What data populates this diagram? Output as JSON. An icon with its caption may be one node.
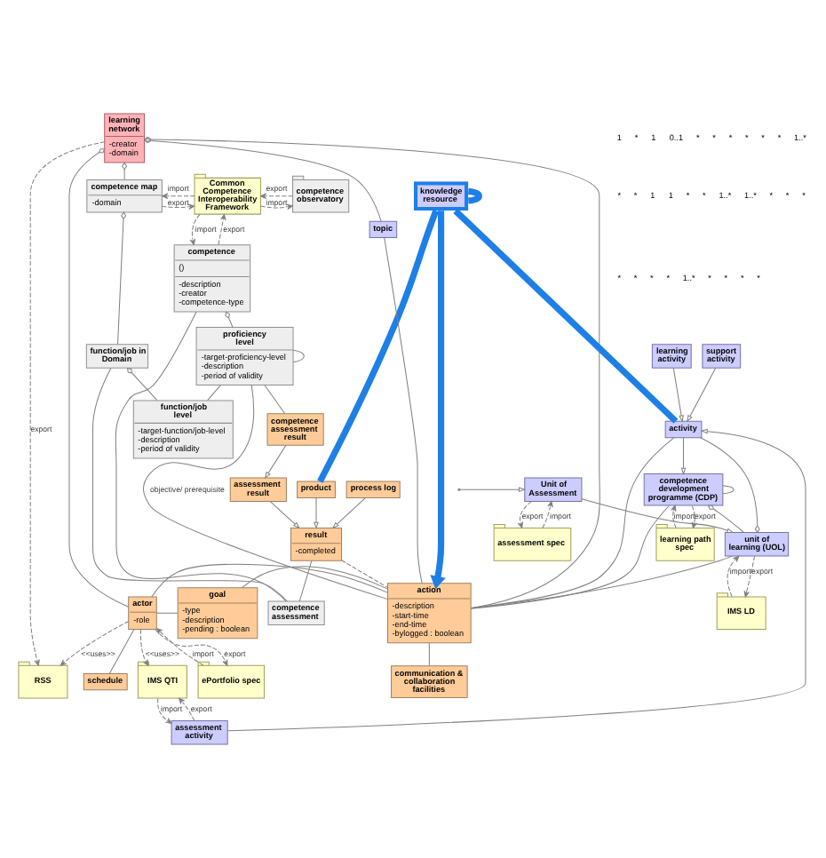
{
  "diagram": {
    "nodes": [
      {
        "text": [
          "learning network",
          "-creator -domain"
        ]
      },
      {
        "text": [
          "knowledge resource"
        ]
      },
      {
        "text": [
          "competence observatory"
        ]
      },
      {
        "text": [
          "Common Competence Interoperability Framework"
        ]
      },
      {
        "text": [
          "competence map",
          "-domain"
        ]
      },
      {
        "text": [
          "IMS QTI"
        ]
      },
      {
        "text": [
          "activity"
        ]
      },
      {
        "text": [
          "topic"
        ]
      },
      {
        "text": [
          "assessment activity"
        ]
      },
      {
        "text": [
          "learning activity"
        ]
      },
      {
        "text": [
          "support activity"
        ]
      },
      {
        "text": [
          "competence",
          "()",
          "-description -creator -competence-type"
        ]
      },
      {
        "text": [
          "function/job in Domain"
        ]
      },
      {
        "text": [
          "unit of learning (UOL)"
        ]
      },
      {
        "text": [
          "IMS LD"
        ]
      },
      {
        "text": [
          "proficiency level",
          "-target-proficiency-level -description -period of validity"
        ]
      },
      {
        "text": [
          "function/job level",
          "-target-function/job-level -description -period of validity"
        ]
      },
      {
        "text": [
          "Unit of Assessment"
        ]
      },
      {
        "text": [
          "competence development programme (CDP)"
        ]
      },
      {
        "text": [
          "learning path spec"
        ]
      },
      {
        "text": [
          "assessment spec"
        ]
      },
      {
        "text": [
          "RSS"
        ]
      },
      {
        "text": [
          "actor",
          "-role"
        ]
      },
      {
        "text": [
          "goal",
          "-type -description -pending : boolean"
        ]
      },
      {
        "text": [
          "action",
          "-description -start-time -end-time -bylogged : boolean"
        ]
      },
      {
        "text": [
          "ePortfolio spec"
        ]
      },
      {
        "text": [
          "communication & collaboration facilities"
        ]
      },
      {
        "text": [
          "result",
          "-completed"
        ]
      },
      {
        "text": [
          "competence assessment"
        ]
      },
      {
        "text": [
          "schedule"
        ]
      },
      {
        "text": [
          "product"
        ]
      },
      {
        "text": [
          "process log"
        ]
      },
      {
        "text": [
          "assessment result"
        ]
      },
      {
        "text": [
          "competence assessment result"
        ]
      }
    ],
    "edges": [
      {
        "from": 0,
        "to": 22,
        "arrow": "other"
      },
      {
        "from": 0,
        "to": 21,
        "arrow": "to",
        "style": "dashed",
        "label": "export"
      },
      {
        "from": 0,
        "to": 24,
        "arrow": "other"
      },
      {
        "from": 0,
        "to": 7,
        "arrow": "other"
      },
      {
        "from": 0,
        "to": 4,
        "arrow": "other"
      },
      {
        "from": 1,
        "to": 1,
        "arrow": "none",
        "style": "thick",
        "color": "#1e7fe6"
      },
      {
        "from": 1,
        "to": 6,
        "arrow": "none",
        "style": "thick",
        "color": "#1e7fe6"
      },
      {
        "from": 1,
        "to": 30,
        "arrow": "none",
        "style": "thick",
        "color": "#1e7fe6"
      },
      {
        "from": 1,
        "to": 24,
        "arrow": "to",
        "style": "thick",
        "color": "#1e7fe6"
      },
      {
        "from": 2,
        "to": 3,
        "arrow": "to",
        "style": "dashed",
        "label": "export"
      },
      {
        "from": 3,
        "to": 2,
        "arrow": "to",
        "style": "dashed",
        "label": "import"
      },
      {
        "from": 3,
        "to": 4,
        "arrow": "to",
        "style": "dashed",
        "label": "import"
      },
      {
        "from": 4,
        "to": 3,
        "arrow": "to",
        "style": "dashed",
        "label": "export"
      },
      {
        "from": 3,
        "to": 11,
        "arrow": "to",
        "style": "dashed",
        "label": "import"
      },
      {
        "from": 11,
        "to": 3,
        "arrow": "to",
        "style": "dashed",
        "label": "export"
      },
      {
        "from": 8,
        "to": 5,
        "arrow": "to",
        "style": "dashed",
        "label": "export"
      },
      {
        "from": 5,
        "to": 8,
        "arrow": "to",
        "style": "dashed",
        "label": "import"
      },
      {
        "from": 8,
        "to": 6,
        "arrow": "to"
      },
      {
        "from": 9,
        "to": 6,
        "arrow": "to"
      },
      {
        "from": 10,
        "to": 6,
        "arrow": "to"
      },
      {
        "from": 13,
        "to": 6,
        "arrow": "other"
      },
      {
        "from": 6,
        "to": 24,
        "arrow": "none"
      },
      {
        "from": 6,
        "to": 18,
        "arrow": "to"
      },
      {
        "from": 7,
        "to": 24,
        "arrow": "none"
      },
      {
        "from": 4,
        "to": 12,
        "arrow": "other"
      },
      {
        "from": 11,
        "to": 15,
        "arrow": "other"
      },
      {
        "from": 12,
        "to": 16,
        "arrow": "other"
      },
      {
        "from": 15,
        "to": 15,
        "arrow": "none"
      },
      {
        "from": 15,
        "to": 16,
        "arrow": "none"
      },
      {
        "from": 15,
        "to": 24,
        "arrow": "none",
        "label": "objective/ prerequisite"
      },
      {
        "from": 11,
        "to": 28,
        "arrow": "none"
      },
      {
        "from": 12,
        "to": 28,
        "arrow": "none"
      },
      {
        "from": 15,
        "to": 33,
        "arrow": "none"
      },
      {
        "from": 14,
        "to": 13,
        "arrow": "to",
        "style": "dashed",
        "label": "import"
      },
      {
        "from": 13,
        "to": 14,
        "arrow": "to",
        "style": "dashed",
        "label": "export"
      },
      {
        "from": 13,
        "to": 24,
        "arrow": "none"
      },
      {
        "from": 18,
        "to": 13,
        "arrow": "other"
      },
      {
        "from": null,
        "to": 17,
        "arrow": "to"
      },
      {
        "from": 17,
        "to": 13,
        "arrow": "to"
      },
      {
        "from": 20,
        "to": 17,
        "arrow": "to",
        "style": "dashed",
        "label": "import"
      },
      {
        "from": 17,
        "to": 20,
        "arrow": "to",
        "style": "dashed",
        "label": "export"
      },
      {
        "from": 19,
        "to": 18,
        "arrow": "to",
        "style": "dashed",
        "label": "import"
      },
      {
        "from": 18,
        "to": 19,
        "arrow": "to",
        "style": "dashed",
        "label": "export"
      },
      {
        "from": 18,
        "to": 18,
        "arrow": "none"
      },
      {
        "from": 18,
        "to": 24,
        "arrow": "none"
      },
      {
        "from": 22,
        "to": 5,
        "arrow": "to",
        "style": "dashed",
        "label": "<<uses>>"
      },
      {
        "from": 22,
        "to": 21,
        "arrow": "to",
        "style": "dashed",
        "label": "<<uses>>"
      },
      {
        "from": 22,
        "to": 23,
        "arrow": "none"
      },
      {
        "from": 23,
        "to": 24,
        "arrow": "none"
      },
      {
        "from": 22,
        "to": 25,
        "arrow": "to",
        "style": "dashed",
        "label": "export"
      },
      {
        "from": 25,
        "to": 22,
        "arrow": "to",
        "style": "dashed",
        "label": "import"
      },
      {
        "from": 22,
        "to": 29,
        "arrow": "none"
      },
      {
        "from": 24,
        "to": 26,
        "arrow": "none"
      },
      {
        "from": 22,
        "to": 24,
        "arrow": "none"
      },
      {
        "from": 27,
        "to": 24,
        "arrow": "none",
        "style": "dashed"
      },
      {
        "from": 27,
        "to": 28,
        "arrow": "none"
      },
      {
        "from": 30,
        "to": 27,
        "arrow": "to"
      },
      {
        "from": 31,
        "to": 27,
        "arrow": "to"
      },
      {
        "from": 32,
        "to": 27,
        "arrow": "to"
      },
      {
        "from": 33,
        "to": 32,
        "arrow": "to"
      }
    ],
    "labels": [
      "1",
      "*",
      "1",
      "0..1",
      "*",
      "*",
      "*",
      "*",
      "*",
      "*",
      "1..*",
      "*",
      "*",
      "1",
      "1",
      "*",
      "*",
      "1..*",
      "1..*",
      "*",
      "*",
      "*",
      "*",
      "*",
      "*",
      "*",
      "1..*",
      "*",
      "*",
      "*",
      "*"
    ]
  }
}
